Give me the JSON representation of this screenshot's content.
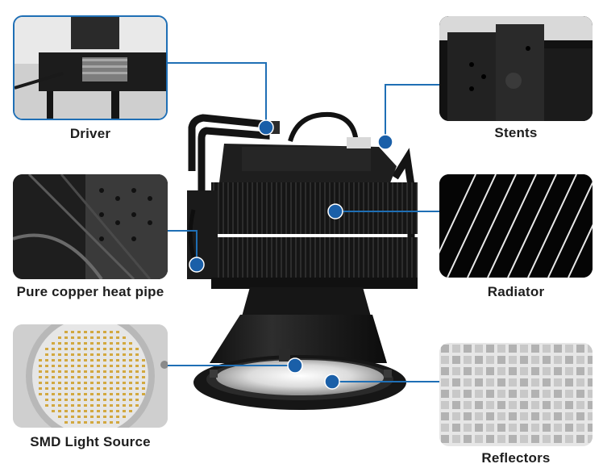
{
  "figure": {
    "callouts": [
      {
        "id": "driver",
        "label": "Driver",
        "icon": "driver-photo"
      },
      {
        "id": "stents",
        "label": "Stents",
        "icon": "stents-photo"
      },
      {
        "id": "heat-pipe",
        "label": "Pure copper heat pipe",
        "icon": "heat-pipe-photo"
      },
      {
        "id": "radiator",
        "label": "Radiator",
        "icon": "radiator-photo"
      },
      {
        "id": "light-source",
        "label": "SMD Light Source",
        "icon": "smd-led-board-photo"
      },
      {
        "id": "reflectors",
        "label": "Reflectors",
        "icon": "reflector-grid-photo"
      }
    ],
    "product": "led-high-bay-light-icon",
    "colors": {
      "accent": "#1f6fb5",
      "marker": "#1a5fa8",
      "text": "#1e1e1e",
      "fixture": "#1c1c1c"
    }
  }
}
